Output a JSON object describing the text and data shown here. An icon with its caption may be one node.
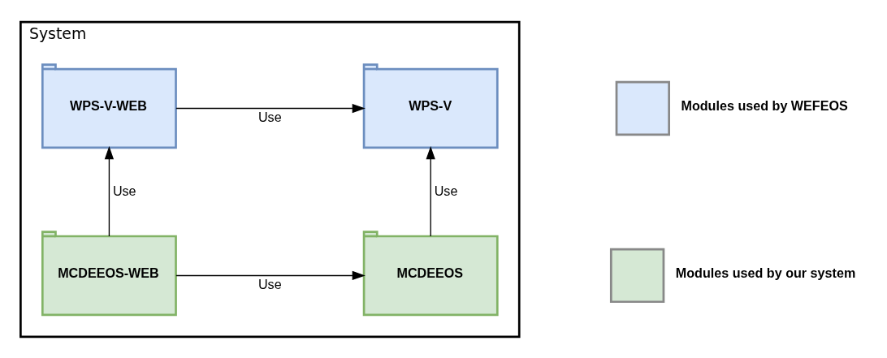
{
  "diagram": {
    "nodes": [
      {
        "text": [
          "System"
        ]
      },
      {
        "text": [
          "WPS-V-WEB"
        ],
        "in": 0
      },
      {
        "text": [
          "WPS-V"
        ],
        "in": 0
      },
      {
        "text": [
          "MCDEEOS-WEB"
        ],
        "in": 0
      },
      {
        "text": [
          "MCDEEOS"
        ],
        "in": 0
      }
    ],
    "edges": [
      {
        "from": 1,
        "to": 2,
        "arrow": "to",
        "label": "Use"
      },
      {
        "from": 3,
        "to": 1,
        "arrow": "to",
        "label": "Use"
      },
      {
        "from": 4,
        "to": 2,
        "arrow": "to",
        "label": "Use"
      },
      {
        "from": 3,
        "to": 4,
        "arrow": "to",
        "label": "Use"
      }
    ],
    "legend": [
      {
        "text": "Modules used by WEFEOS",
        "color": "#dae8fc"
      },
      {
        "text": "Modules used by our system",
        "color": "#d5e8d4"
      }
    ]
  }
}
